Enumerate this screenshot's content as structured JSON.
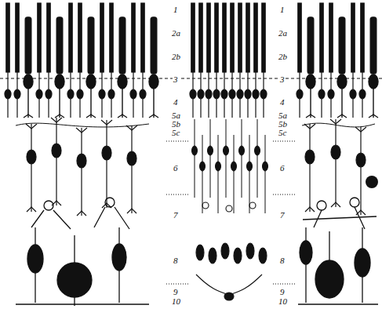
{
  "diagram": {
    "labels": [
      "1",
      "2a",
      "2b",
      "3",
      "4",
      "5a",
      "5b",
      "5c",
      "6",
      "7",
      "8",
      "9",
      "10",
      "1",
      "2a",
      "2b",
      "3",
      "4",
      "5a",
      "5b",
      "5c",
      "6",
      "7",
      "8",
      "9",
      "10"
    ]
  }
}
